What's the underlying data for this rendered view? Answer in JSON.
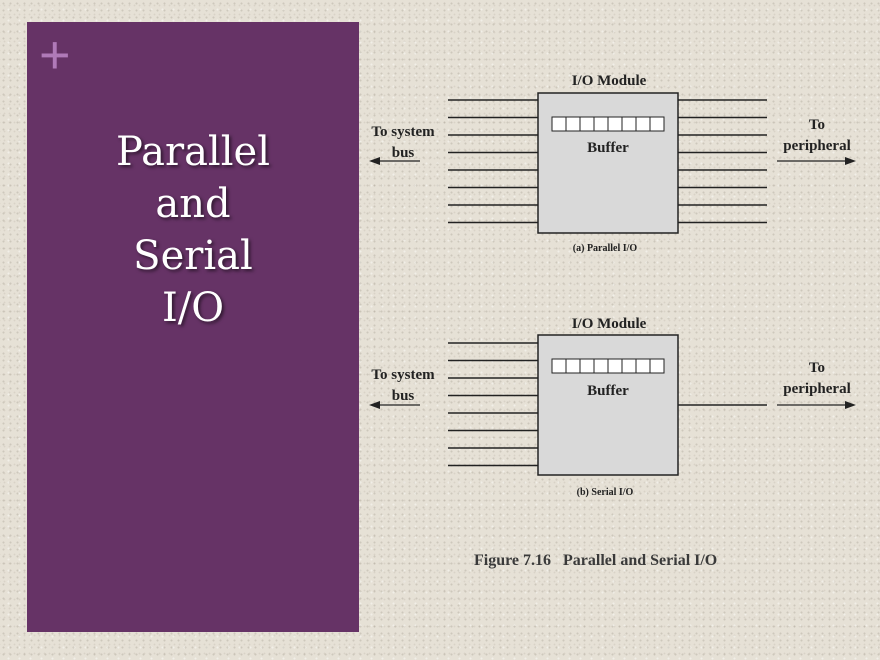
{
  "slide": {
    "plus_symbol": "+",
    "title": "Parallel\nand\nSerial\nI/O"
  },
  "figure": {
    "parallel": {
      "module_label": "I/O Module",
      "buffer_label": "Buffer",
      "left_label_line1": "To system",
      "left_label_line2": "bus",
      "right_label_line1": "To",
      "right_label_line2": "peripheral",
      "subcaption": "(a) Parallel I/O",
      "bus_lines": 8,
      "peripheral_lines": 8,
      "buffer_cells": 8
    },
    "serial": {
      "module_label": "I/O Module",
      "buffer_label": "Buffer",
      "left_label_line1": "To system",
      "left_label_line2": "bus",
      "right_label_line1": "To",
      "right_label_line2": "peripheral",
      "subcaption": "(b) Serial I/O",
      "bus_lines": 8,
      "peripheral_lines": 1,
      "buffer_cells": 8
    },
    "caption": "Figure 7.16   Parallel and Serial I/O"
  },
  "colors": {
    "panel": "#663366",
    "plus": "#b07ab8",
    "module_fill": "#d9d9d9",
    "line": "#222222"
  }
}
